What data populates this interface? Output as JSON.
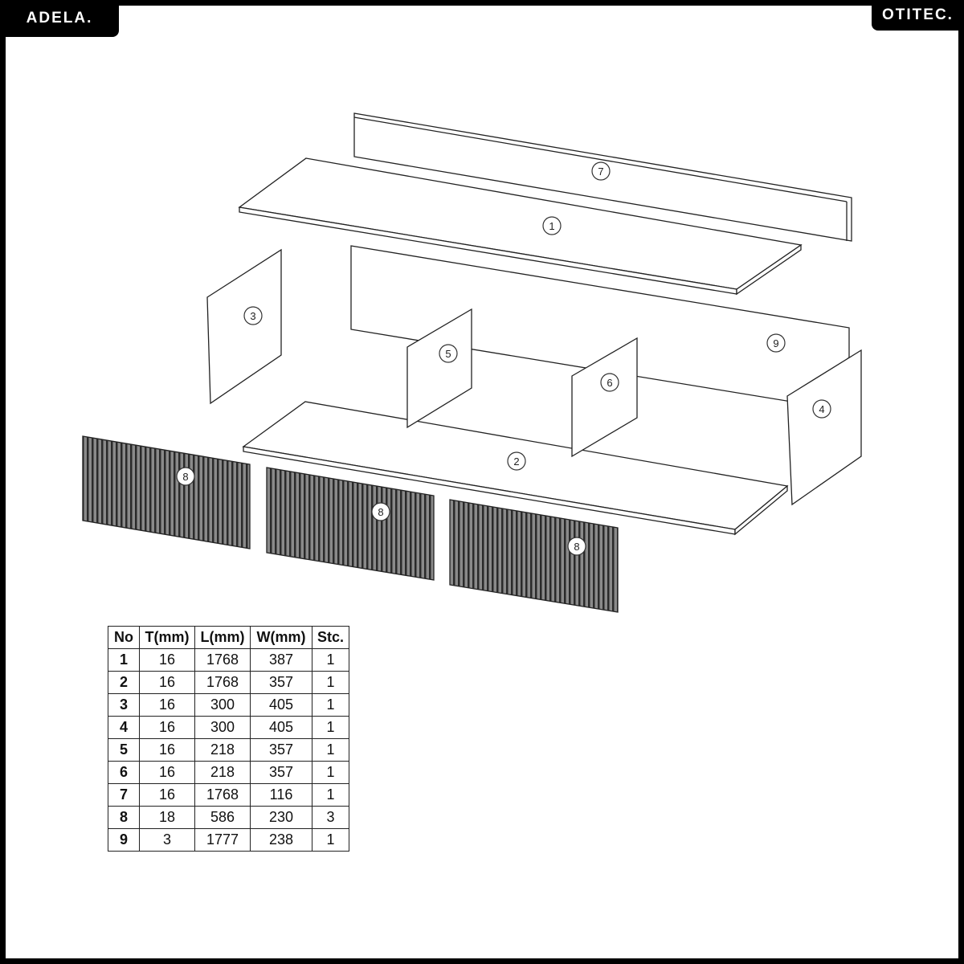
{
  "header": {
    "left_brand": "ADELA.",
    "right_brand": "OTITEC."
  },
  "diagram": {
    "part_labels": {
      "p1": "1",
      "p2": "2",
      "p3": "3",
      "p4": "4",
      "p5": "5",
      "p6": "6",
      "p7": "7",
      "p8": "8",
      "p9": "9"
    }
  },
  "table": {
    "headers": [
      "No",
      "T(mm)",
      "L(mm)",
      "W(mm)",
      "Stc."
    ],
    "rows": [
      [
        "1",
        "16",
        "1768",
        "387",
        "1"
      ],
      [
        "2",
        "16",
        "1768",
        "357",
        "1"
      ],
      [
        "3",
        "16",
        "300",
        "405",
        "1"
      ],
      [
        "4",
        "16",
        "300",
        "405",
        "1"
      ],
      [
        "5",
        "16",
        "218",
        "357",
        "1"
      ],
      [
        "6",
        "16",
        "218",
        "357",
        "1"
      ],
      [
        "7",
        "16",
        "1768",
        "116",
        "1"
      ],
      [
        "8",
        "18",
        "586",
        "230",
        "3"
      ],
      [
        "9",
        "3",
        "1777",
        "238",
        "1"
      ]
    ]
  }
}
